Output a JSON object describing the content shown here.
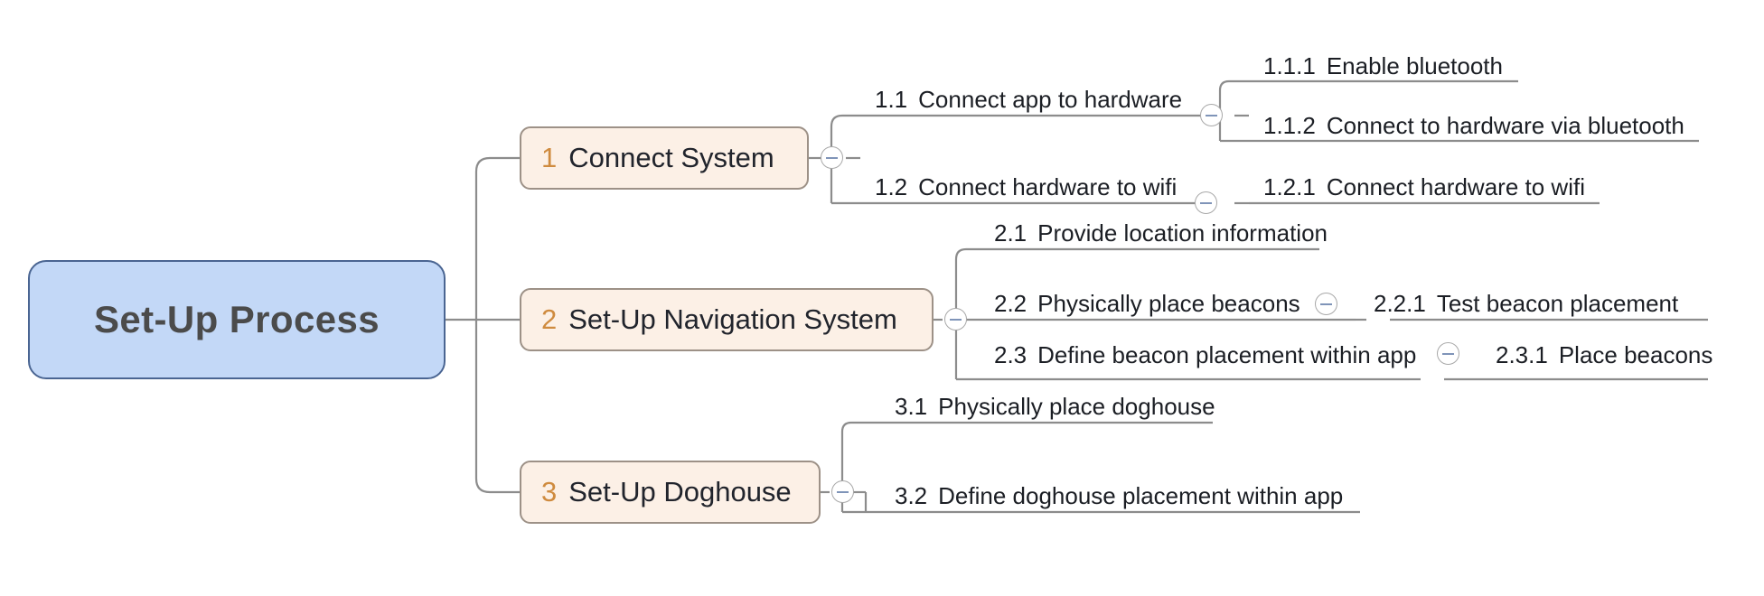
{
  "diagram": {
    "type": "mind-map",
    "title": "Set-Up Process",
    "colors": {
      "root_fill": "#c3d8f7",
      "root_border": "#4a6592",
      "root_text": "#4b4b4b",
      "branch_fill": "#fcf0e6",
      "branch_border": "#9d9187",
      "branch_number": "#cf8b3f",
      "leaf_text": "#1b1e24",
      "connector": "#8c8c8c",
      "icon_stroke": "#a8a8a8",
      "icon_minus": "#7f94b8",
      "background": "#ffffff"
    }
  },
  "root": {
    "label": "Set-Up Process"
  },
  "branches": [
    {
      "number": "1",
      "label": "Connect System",
      "collapse_icon": "circled-minus-icon",
      "children": [
        {
          "number": "1.1",
          "label": "Connect app to hardware",
          "collapse_icon": "circled-minus-icon",
          "children": [
            {
              "number": "1.1.1",
              "label": "Enable bluetooth"
            },
            {
              "number": "1.1.2",
              "label": "Connect to hardware via bluetooth"
            }
          ]
        },
        {
          "number": "1.2",
          "label": "Connect hardware to wifi",
          "collapse_icon": "circled-minus-icon",
          "children": [
            {
              "number": "1.2.1",
              "label": "Connect hardware to wifi"
            }
          ]
        }
      ]
    },
    {
      "number": "2",
      "label": "Set-Up Navigation System",
      "collapse_icon": "circled-minus-icon",
      "children": [
        {
          "number": "2.1",
          "label": "Provide location information",
          "children": []
        },
        {
          "number": "2.2",
          "label": "Physically place beacons",
          "collapse_icon": "circled-minus-icon",
          "children": [
            {
              "number": "2.2.1",
              "label": "Test beacon placement"
            }
          ]
        },
        {
          "number": "2.3",
          "label": "Define beacon placement within app",
          "collapse_icon": "circled-minus-icon",
          "children": [
            {
              "number": "2.3.1",
              "label": "Place beacons"
            }
          ]
        }
      ]
    },
    {
      "number": "3",
      "label": "Set-Up Doghouse",
      "collapse_icon": "circled-minus-icon",
      "children": [
        {
          "number": "3.1",
          "label": "Physically place doghouse",
          "children": []
        },
        {
          "number": "3.2",
          "label": "Define doghouse placement within app",
          "children": []
        }
      ]
    }
  ]
}
